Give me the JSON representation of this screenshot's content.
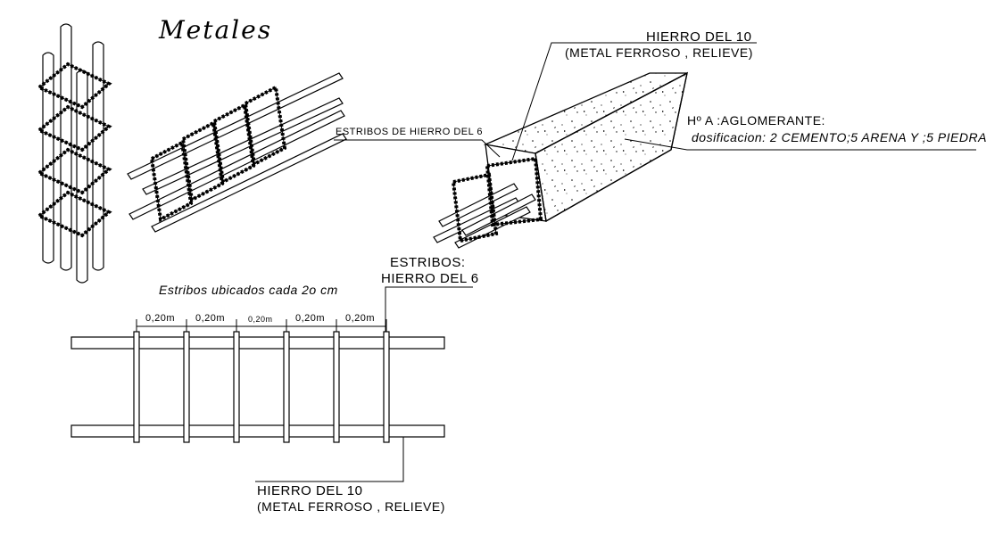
{
  "title": "Metales",
  "column_top_callout": {
    "line1": "HIERRO DEL  10",
    "line2": "(METAL FERROSO , RELIEVE)"
  },
  "stirrups_callout": "ESTRIBOS DE HIERRO DEL 6",
  "concrete_callout": {
    "line1": "Hº A :AGLOMERANTE:",
    "line2": "dosificacion: 2 CEMENTO;5 ARENA Y ;5 PIEDRA"
  },
  "plan_stirrups_callout": {
    "line1": "ESTRIBOS:",
    "line2": "HIERRO DEL 6"
  },
  "spacing_note": "Estribos ubicados cada 2o cm",
  "spacing_labels": [
    "0,20m",
    "0,20m",
    "0,20m",
    "0,20m",
    "0,20m"
  ],
  "bottom_callout": {
    "line1": "HIERRO DEL  10",
    "line2": "(METAL FERROSO , RELIEVE)"
  }
}
